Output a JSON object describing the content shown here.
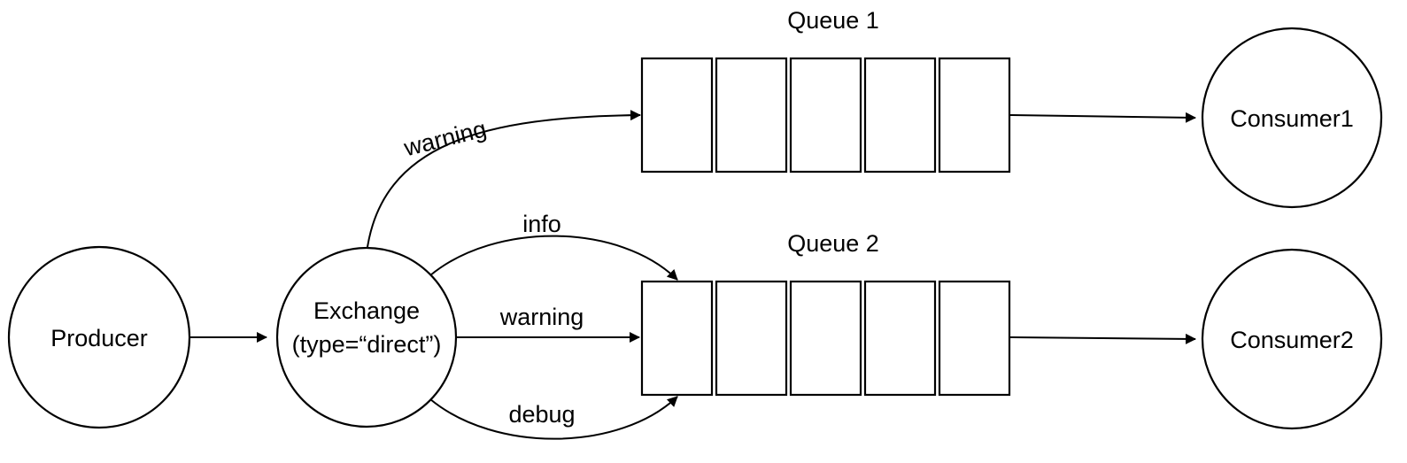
{
  "nodes": {
    "producer": {
      "label": "Producer"
    },
    "exchange": {
      "line1": "Exchange",
      "line2": "(type=“direct”)"
    },
    "consumer1": {
      "label": "Consumer1"
    },
    "consumer2": {
      "label": "Consumer2"
    }
  },
  "queues": [
    {
      "title": "Queue 1",
      "slots": 5
    },
    {
      "title": "Queue 2",
      "slots": 5
    }
  ],
  "edges": [
    {
      "from": "producer",
      "to": "exchange",
      "label": ""
    },
    {
      "from": "exchange",
      "to": "queue-1",
      "label": "warning"
    },
    {
      "from": "exchange",
      "to": "queue-2",
      "label": "info"
    },
    {
      "from": "exchange",
      "to": "queue-2",
      "label": "warning"
    },
    {
      "from": "exchange",
      "to": "queue-2",
      "label": "debug"
    },
    {
      "from": "queue-1",
      "to": "consumer1",
      "label": ""
    },
    {
      "from": "queue-2",
      "to": "consumer2",
      "label": ""
    }
  ],
  "colors": {
    "stroke": "#000000",
    "fill": "#ffffff",
    "text": "#000000"
  }
}
